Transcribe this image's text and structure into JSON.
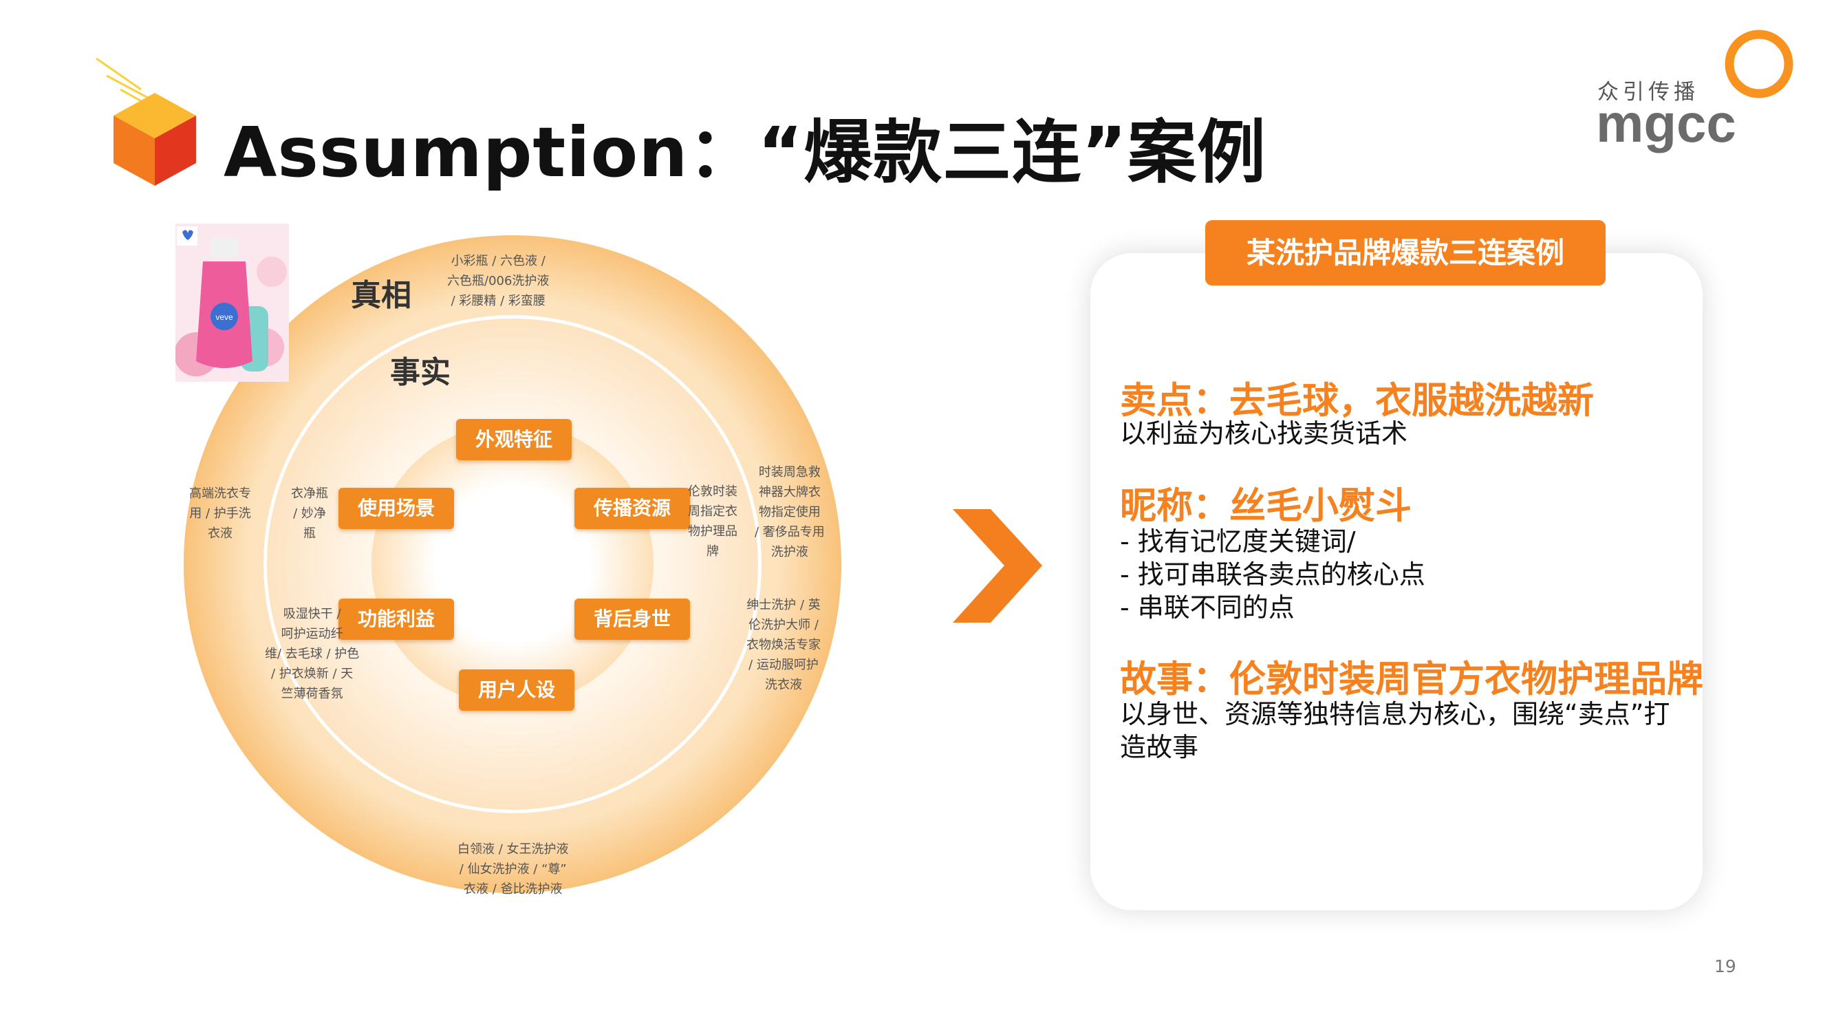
{
  "header": {
    "title": "Assumption：“爆款三连”案例",
    "logo_cn": "众引传播",
    "logo_en": "mgcc"
  },
  "diagram": {
    "outer_label": "真相",
    "inner_label": "事实",
    "pills": {
      "top": "外观特征",
      "left": "使用场景",
      "right": "传播资源",
      "bottom_left": "功能利益",
      "bottom_right": "背后身世",
      "bottom": "用户人设"
    },
    "notes": {
      "top_outer": [
        "小彩瓶 / 六色液 /",
        "六色瓶/006洗护液",
        "/ 彩腰精 / 彩蛮腰"
      ],
      "left_outer": [
        "高端洗衣专",
        "用 / 护手洗",
        "衣液"
      ],
      "left_inner": [
        "衣净瓶",
        "/ 妙净",
        "瓶"
      ],
      "right_inner": [
        "伦敦时装",
        "周指定衣",
        "物护理品",
        "牌"
      ],
      "right_outer": [
        "时装周急救",
        "神器大牌衣",
        "物指定使用",
        "/ 奢侈品专用",
        "洗护液"
      ],
      "bottom_left": [
        "吸湿快干 /",
        "呵护运动纤",
        "维/ 去毛球 / 护色",
        "/ 护衣焕新 / 天",
        "竺薄荷香氛"
      ],
      "bottom_right": [
        "绅士洗护 / 英",
        "伦洗护大师 /",
        "衣物焕活专家",
        "/ 运动服呵护",
        "洗衣液"
      ],
      "bottom_outer": [
        "白领液 / 女王洗护液",
        "/ 仙女洗护液 / “尊”",
        "衣液 / 爸比洗护液"
      ]
    }
  },
  "card": {
    "header": "某洗护品牌爆款三连案例",
    "sections": [
      {
        "title": "卖点：去毛球，衣服越洗越新",
        "lines": [
          "以利益为核心找卖货话术"
        ]
      },
      {
        "title": "昵称：丝毛小熨斗",
        "lines": [
          "- 找有记忆度关键词/",
          "- 找可串联各卖点的核心点",
          "- 串联不同的点"
        ]
      },
      {
        "title": "故事：伦敦时装周官方衣物护理品牌",
        "lines": [
          "以身世、资源等独特信息为核心，围绕“卖点”打",
          "造故事"
        ]
      }
    ]
  },
  "page_number": "19",
  "colors": {
    "accent": "#f5821f",
    "pill": "#f08a21",
    "ring_outer": "#fbd9a8",
    "ring_inner": "#fde9cc"
  },
  "icons": [
    "cube-icon",
    "chevron-right-icon",
    "logo-ring-icon"
  ]
}
